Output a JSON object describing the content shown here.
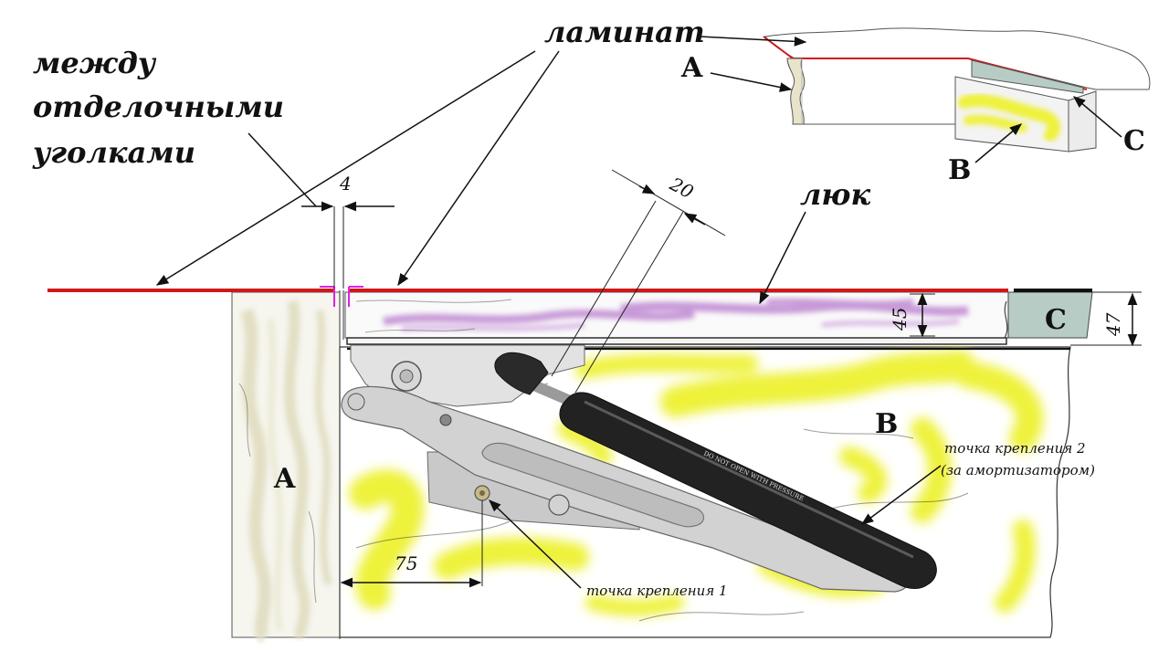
{
  "labels": {
    "between": [
      "между",
      "отделочными",
      "уголками"
    ],
    "laminate": "ламинат",
    "hatch": "люк",
    "letter_a": "A",
    "letter_b": "B",
    "letter_c": "C",
    "point1": "точка крепления 1",
    "point2_line1": "точка крепления 2",
    "point2_line2": "(за амортизатором)",
    "strut_text": "DO NOT OPEN WITH PRESSURE"
  },
  "dimensions": {
    "gap": "4",
    "offset": "20",
    "hatch_thickness": "45",
    "total_thickness": "47",
    "hinge_offset": "75"
  },
  "colors": {
    "laminate_line": "#d01818",
    "purple_wood": "#c89ad8",
    "yellow_wood": "#eef23a",
    "beige_wood": "#e8e4cc",
    "gray_wood": "#b8ccc6",
    "metal": "#c8c8c8",
    "strut": "#222222",
    "marker": "#e020e0"
  }
}
